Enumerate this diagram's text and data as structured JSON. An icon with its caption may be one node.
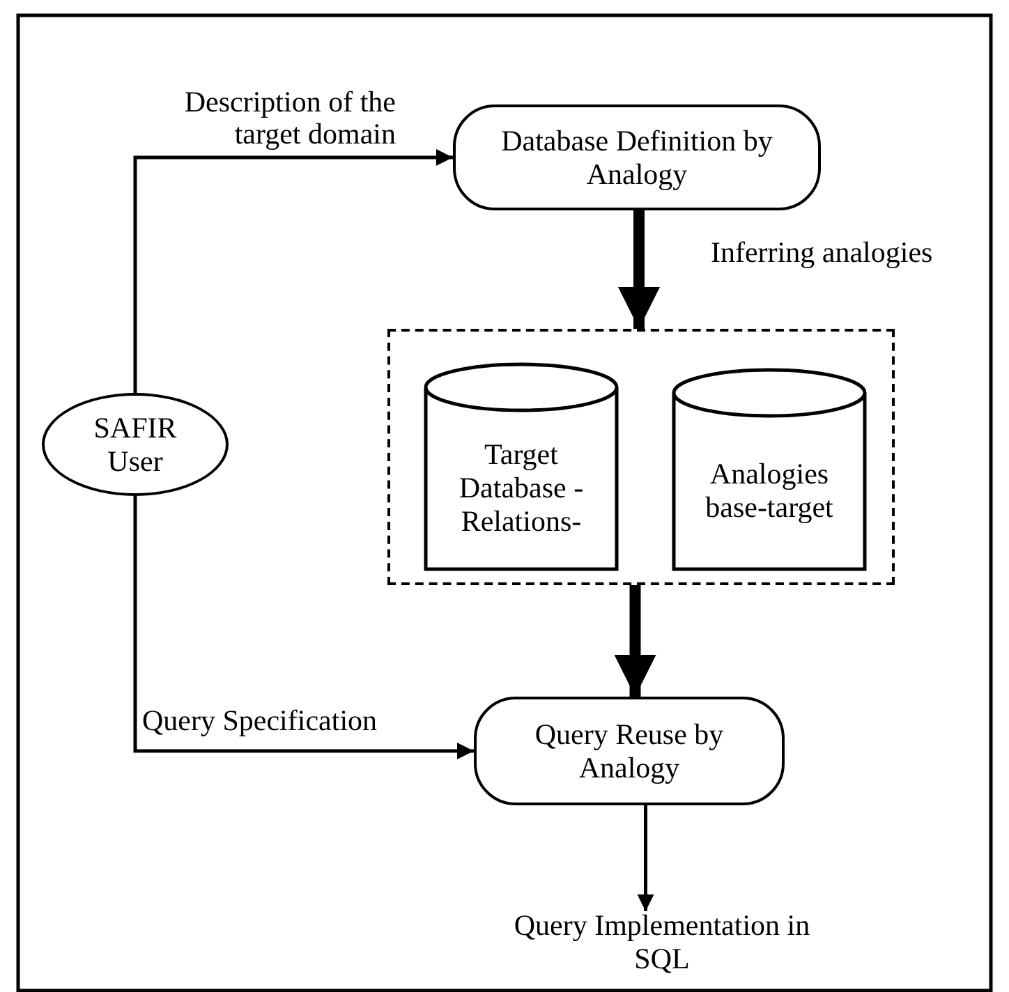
{
  "diagram": {
    "nodes": [
      {
        "text": [
          "SAFIR User"
        ]
      },
      {
        "text": [
          "Database Definition by Analogy"
        ]
      },
      {
        "text": [],
        "shape": "box"
      },
      {
        "text": [
          "Target Database -Relations-"
        ],
        "in": 2
      },
      {
        "text": [
          "Analogies base-target"
        ],
        "in": 2
      },
      {
        "text": [
          "Query Reuse by Analogy"
        ]
      },
      {
        "text": [
          "Query Implementation in SQL"
        ]
      }
    ],
    "edges": [
      {
        "from": 0,
        "to": 1,
        "arrow": "to",
        "label": "Description of the target domain"
      },
      {
        "from": 1,
        "to": 2,
        "arrow": "to",
        "label": "Inferring analogies",
        "style": "thick"
      },
      {
        "from": 2,
        "to": 5,
        "arrow": "to",
        "style": "thick"
      },
      {
        "from": 0,
        "to": 5,
        "arrow": "to",
        "label": "Query Specification"
      },
      {
        "from": 5,
        "to": 6,
        "arrow": "to"
      }
    ]
  }
}
